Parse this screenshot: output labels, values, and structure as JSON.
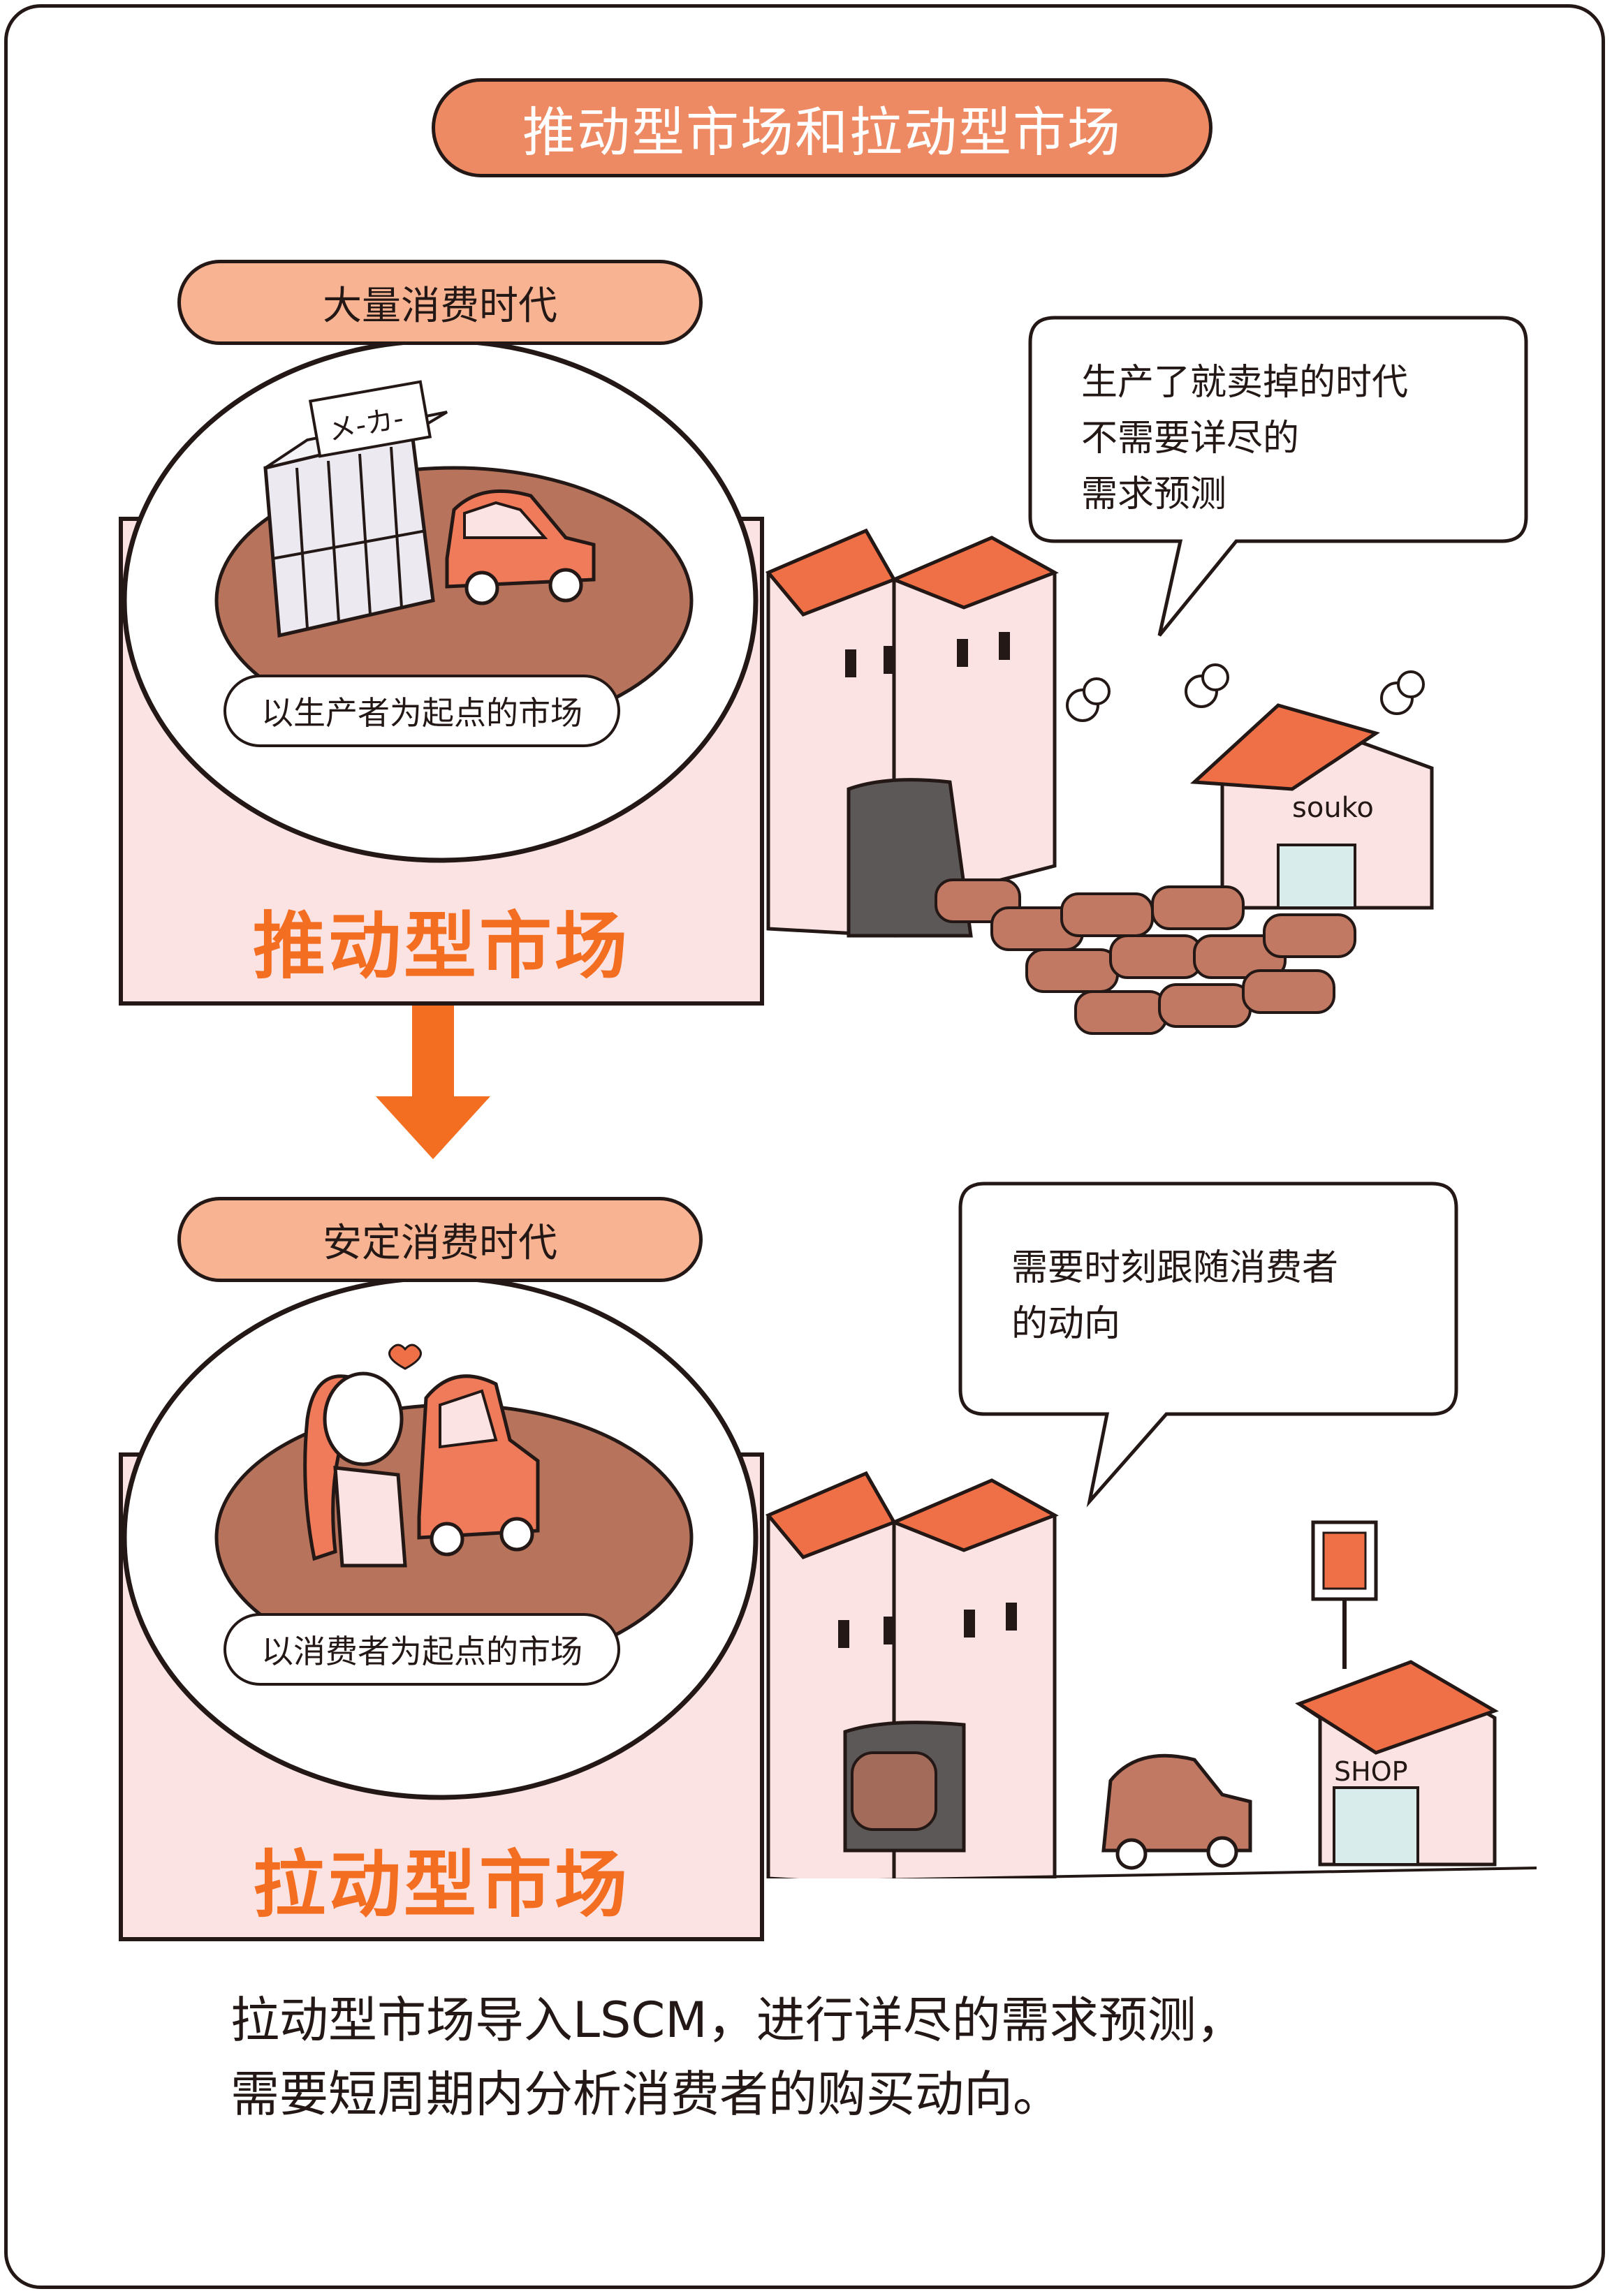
{
  "title": "推动型市场和拉动型市场",
  "colors": {
    "accent_orange": "#f36e21",
    "pill_orange": "#ee8a63",
    "pill_light": "#f7b392",
    "panel_pink": "#fbe3e3",
    "ground_brown": "#b7735b",
    "roof_orange": "#ef6f47"
  },
  "push": {
    "era": "大量消费时代",
    "sign": "メ-カ-",
    "origin": "以生产者为起点的市场",
    "market": "推动型市场",
    "bubble": [
      "生产了就卖掉的时代",
      "不需要详尽的",
      "需求预测"
    ],
    "warehouse_sign": "souko"
  },
  "pull": {
    "era": "安定消费时代",
    "origin": "以消费者为起点的市场",
    "market": "拉动型市场",
    "bubble": [
      "需要时刻跟随消费者",
      "的动向"
    ],
    "shop_sign": "SHOP"
  },
  "arrow_icon": "down-arrow-icon",
  "summary": [
    "拉动型市场导入LSCM，进行详尽的需求预测，",
    "需要短周期内分析消费者的购买动向。"
  ]
}
